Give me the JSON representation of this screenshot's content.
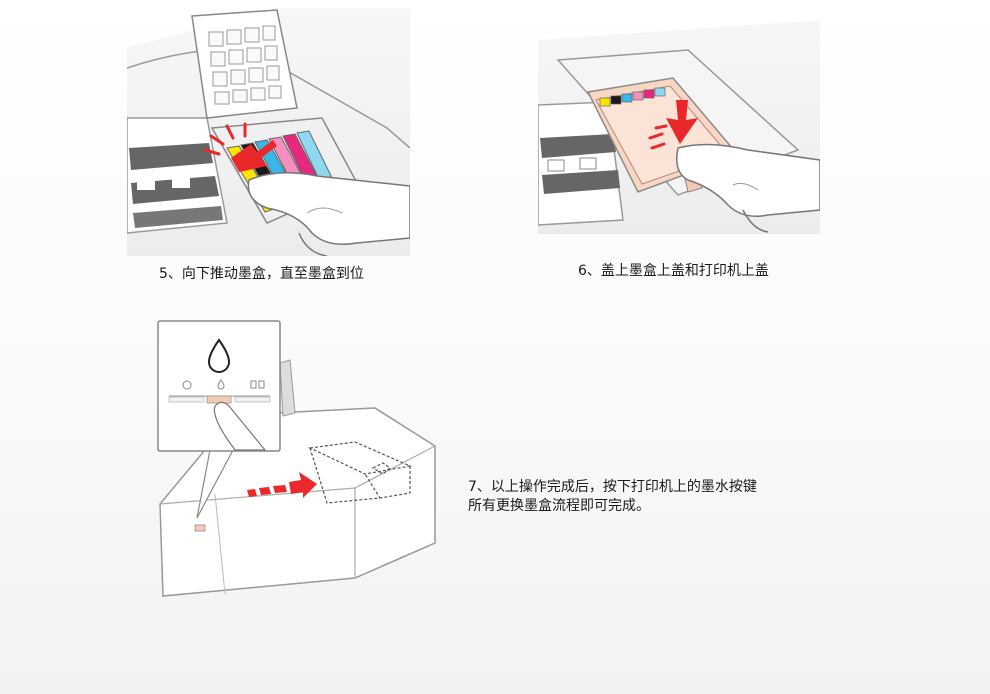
{
  "steps": [
    {
      "illustration_icon": "press-cartridge-down-illustration",
      "caption": "5、向下推动墨盒，直至墨盒到位"
    },
    {
      "illustration_icon": "close-cartridge-cover-illustration",
      "caption": "6、盖上墨盒上盖和打印机上盖"
    },
    {
      "illustration_icon": "press-ink-button-illustration",
      "caption_lines": [
        "7、以上操作完成后，按下打印机上的墨水按键",
        "所有更换墨盒流程即可完成。"
      ]
    }
  ],
  "colors": {
    "outline": "#8a8a8a",
    "arrow_red": "#e8282b",
    "cartridge_yellow": "#ffe600",
    "cartridge_black": "#1a1a1a",
    "cartridge_cyan": "#39b7e8",
    "cartridge_magenta": "#e6287e",
    "cartridge_light_magenta": "#f48fc0",
    "cartridge_light_cyan": "#8fd8f2",
    "ink_button": "#f5c9b4"
  }
}
